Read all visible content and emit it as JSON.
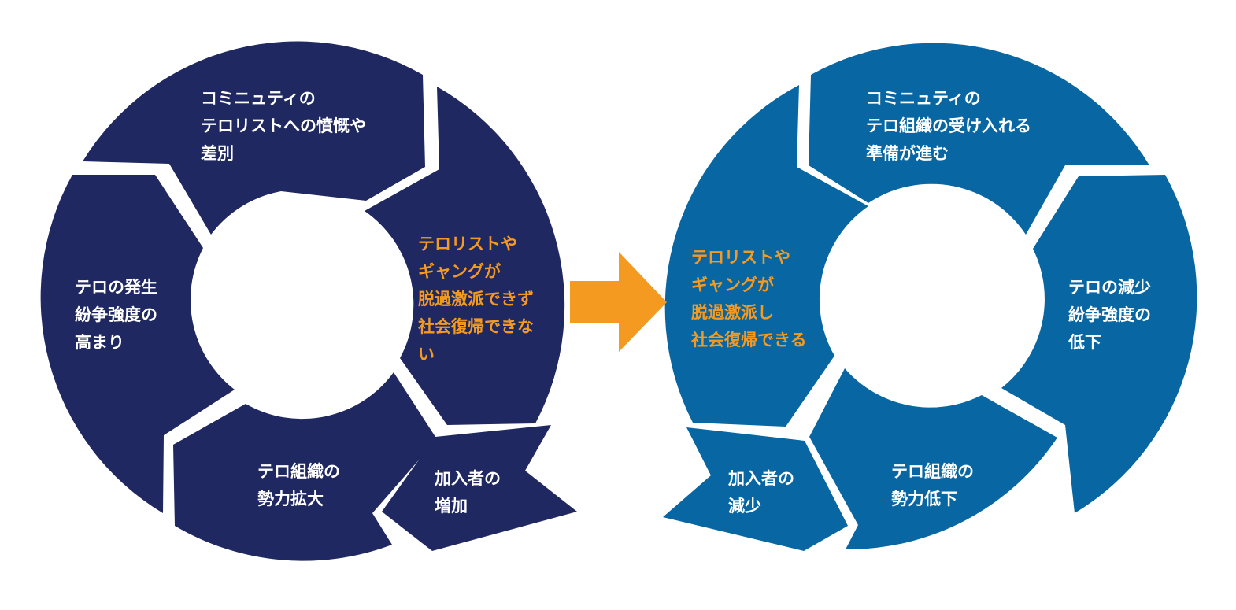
{
  "colors": {
    "left_cycle": "#1f2860",
    "right_cycle": "#0867a2",
    "arrow": "#f59a20",
    "center_text": "#f59a20",
    "segment_text": "#ffffff",
    "background": "#ffffff"
  },
  "left_cycle": {
    "center": [
      "テロリストや",
      "ギャングが",
      "脱過激派できず",
      "社会復帰できな",
      "い"
    ],
    "segments": {
      "community": [
        "コミニュティの",
        "テロリストへの憤慨や",
        "差別"
      ],
      "conflict": [
        "テロの発生",
        "紛争強度の",
        "高まり"
      ],
      "power": [
        "テロ組織の",
        "勢力拡大"
      ],
      "recruits": [
        "加入者の",
        "増加"
      ]
    }
  },
  "right_cycle": {
    "center": [
      "テロリストや",
      "ギャングが",
      "脱過激派し",
      "社会復帰できる"
    ],
    "segments": {
      "community": [
        "コミニュティの",
        "テロ組織の受け入れる",
        "準備が進む"
      ],
      "conflict": [
        "テロの減少",
        "紛争強度の",
        "低下"
      ],
      "power": [
        "テロ組織の",
        "勢力低下"
      ],
      "recruits": [
        "加入者の",
        "減少"
      ]
    }
  }
}
